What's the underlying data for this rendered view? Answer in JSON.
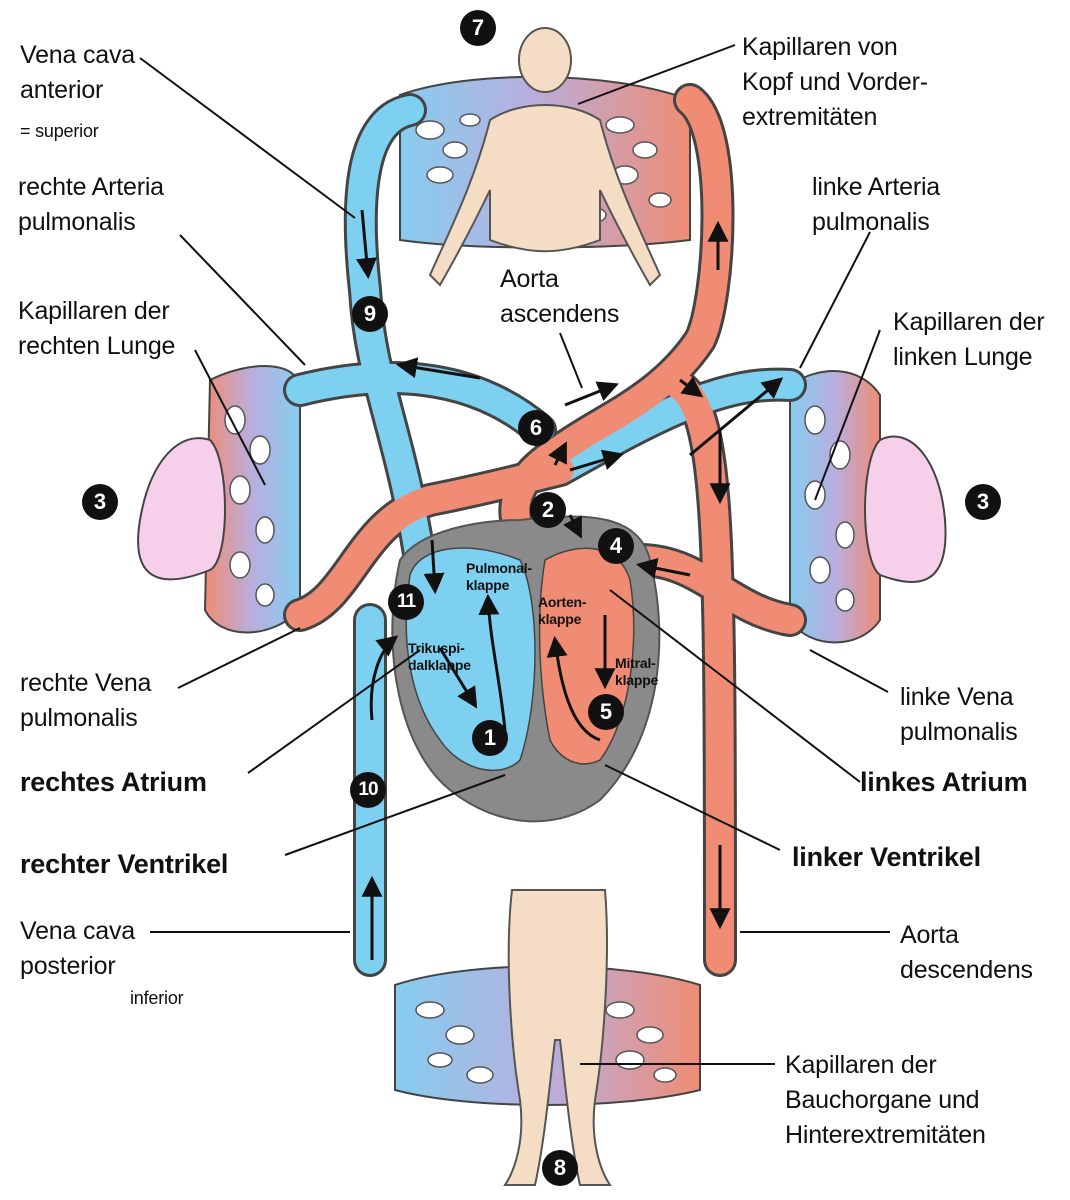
{
  "labels": {
    "vena_cava_anterior": "Vena cava\nanterior",
    "superior_note": "= superior",
    "rechte_arteria": "rechte Arteria\npulmonalis",
    "kap_rechte_lunge": "Kapillaren der\nrechten Lunge",
    "aorta_ascendens": "Aorta\nascendens",
    "kap_kopf": "Kapillaren von\nKopf und Vorder-\nextremitäten",
    "linke_arteria": "linke Arteria\npulmonalis",
    "kap_linke_lunge": "Kapillaren der\nlinken Lunge",
    "rechte_vena": "rechte Vena\npulmonalis",
    "rechtes_atrium": "rechtes Atrium",
    "rechter_ventrikel": "rechter Ventrikel",
    "vena_cava_posterior": "Vena cava\nposterior",
    "inferior_note": "inferior",
    "linke_vena": "linke Vena\npulmonalis",
    "linkes_atrium": "linkes Atrium",
    "linker_ventrikel": "linker Ventrikel",
    "aorta_descendens": "Aorta\ndescendens",
    "kap_bauch": "Kapillaren der\nBauchorgane und\nHinterextremitäten",
    "pulmonalklappe": "Pulmonal-\nklappe",
    "aortenklappe": "Aorten-\nklappe",
    "trikuspidalklappe": "Trikuspi-\ndalklappe",
    "mitralklappe": "Mitral-\nklappe"
  },
  "badges": {
    "b1": "1",
    "b2": "2",
    "b3_left": "3",
    "b3_right": "3",
    "b4": "4",
    "b5": "5",
    "b6": "6",
    "b7": "7",
    "b8": "8",
    "b9": "9",
    "b10": "10",
    "b11": "11"
  },
  "colors": {
    "venous": "#7dd0f0",
    "arterial": "#f08c74",
    "capillary": "#b7aee0",
    "heart": "#8c8c8c",
    "lung": "#f6d0ea"
  }
}
